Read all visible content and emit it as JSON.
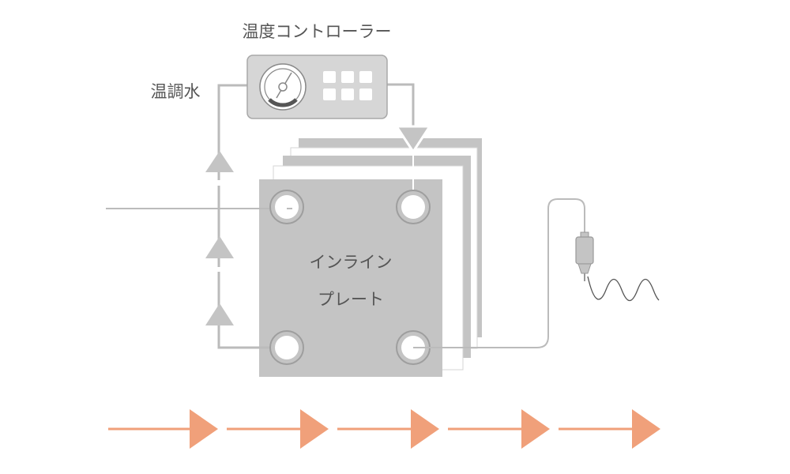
{
  "labels": {
    "controller": "温度コントローラー",
    "water": "温調水",
    "plate_line1": "インライン",
    "plate_line2": "プレート"
  },
  "icons": {
    "gauge": "gauge-dial-icon",
    "keypad": "keypad-grid-icon",
    "sensor": "sensor-probe-icon",
    "wave": "sine-wave-icon"
  },
  "colors": {
    "plate": "#c4c4c4",
    "controller_body": "#d6d6d6",
    "line": "#bbbbbb",
    "flow_arrow": "#f0a07a",
    "text": "#555555"
  }
}
